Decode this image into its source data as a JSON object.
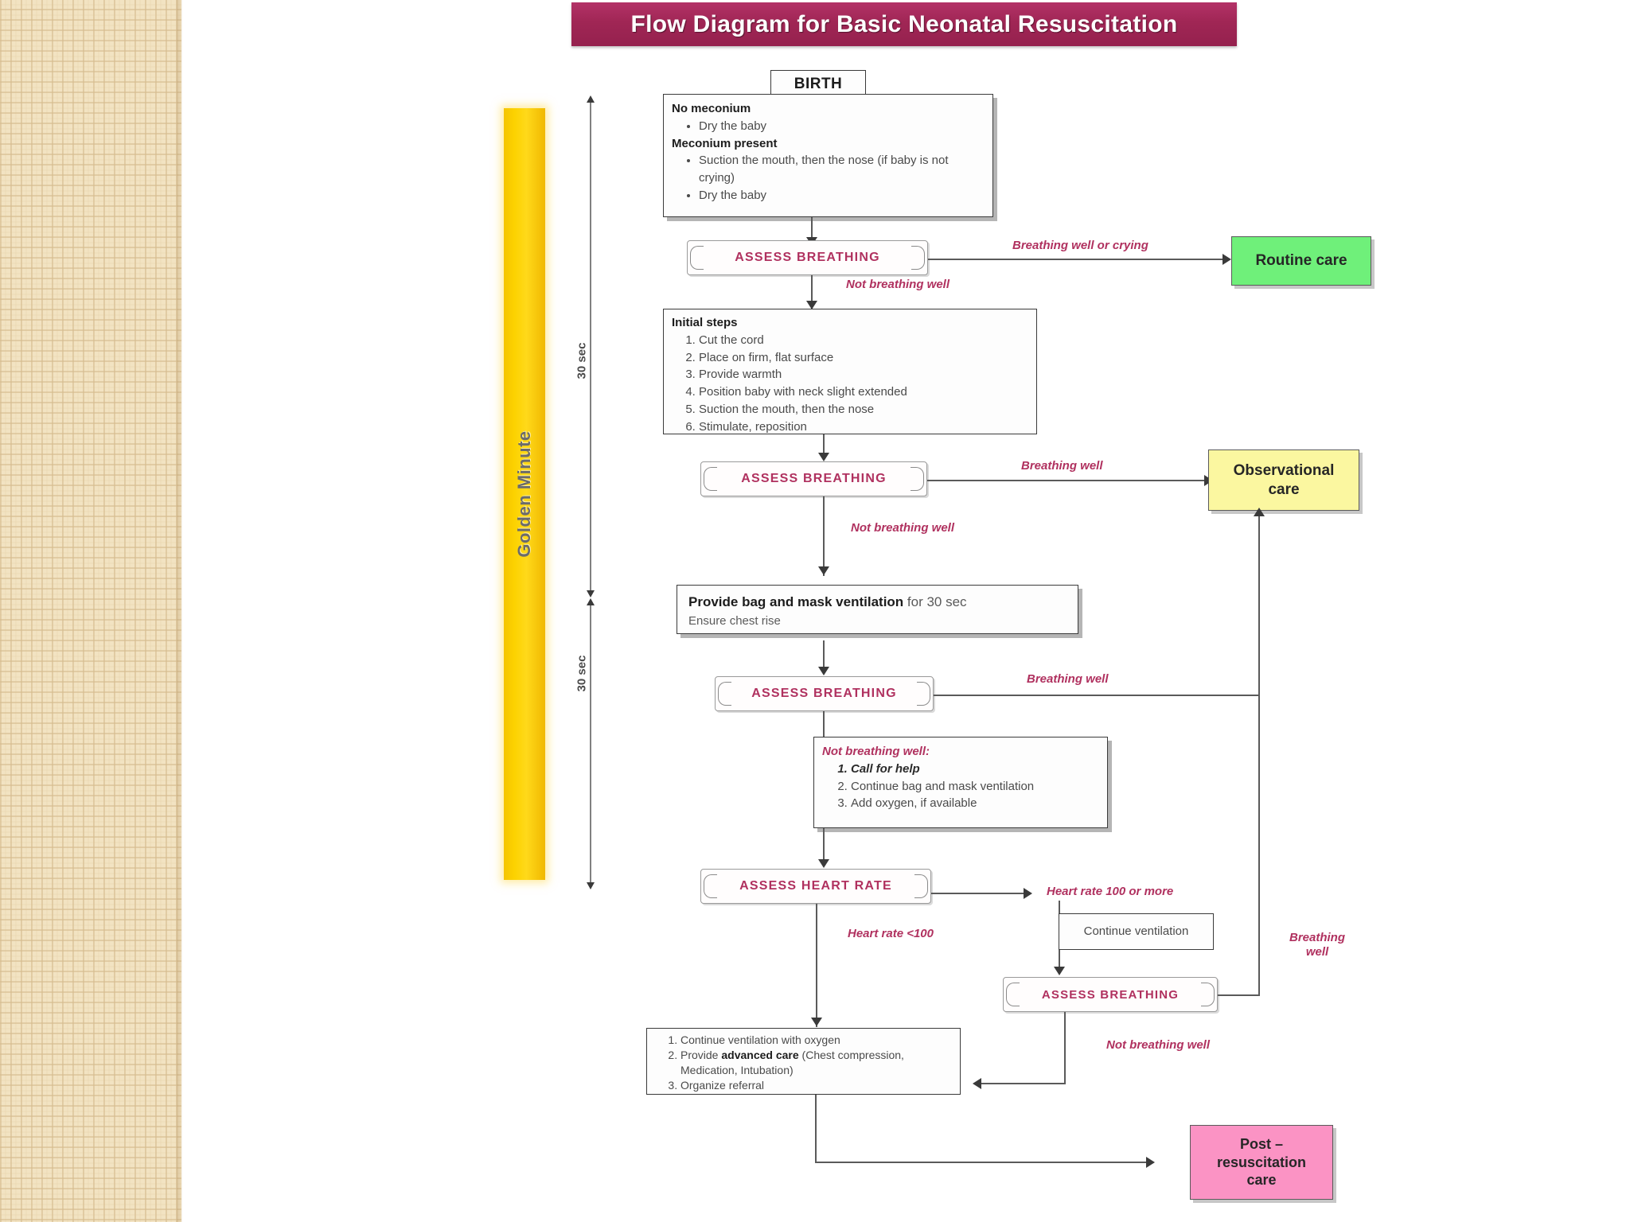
{
  "slide": {
    "title": "Flow Diagram for Basic Neonatal Resuscitation",
    "accent_color": "#a32858",
    "golden_minute_label": "Golden Minute",
    "golden_bar_color": "#fcd200"
  },
  "timing": {
    "upper_label": "30 sec",
    "lower_label": "30 sec"
  },
  "nodes": {
    "birth": {
      "label": "BIRTH"
    },
    "meconium": {
      "heading_no": "No meconium",
      "items_no": [
        "Dry the baby"
      ],
      "heading_yes": "Meconium present",
      "items_yes": [
        "Suction the mouth, then the nose (if baby is not crying)",
        "Dry the baby"
      ]
    },
    "assess_breathing_1": {
      "label": "ASSESS BREATHING"
    },
    "routine_care": {
      "label": "Routine care",
      "color": "#6ff07a"
    },
    "initial_steps": {
      "heading": "Initial steps",
      "items": [
        "Cut the cord",
        "Place on firm, flat surface",
        "Provide warmth",
        "Position baby with neck slight extended",
        "Suction the mouth, then the nose",
        "Stimulate, reposition"
      ]
    },
    "assess_breathing_2": {
      "label": "ASSESS BREATHING"
    },
    "observational_care": {
      "label": "Observational care",
      "line1": "Observational",
      "line2": "care",
      "color": "#fbf7a0"
    },
    "bag_mask": {
      "bold": "Provide bag and mask ventilation",
      "rest": " for 30 sec",
      "sub": "Ensure chest rise"
    },
    "assess_breathing_3": {
      "label": "ASSESS BREATHING"
    },
    "not_breathing_actions": {
      "heading": "Not breathing well:",
      "items": [
        "Call for help",
        "Continue bag and mask ventilation",
        "Add oxygen, if available"
      ]
    },
    "assess_heart_rate": {
      "label": "ASSESS HEART RATE"
    },
    "continue_ventilation": {
      "label": "Continue ventilation"
    },
    "assess_breathing_4": {
      "label": "ASSESS BREATHING"
    },
    "advanced_care": {
      "item1": "Continue ventilation with oxygen",
      "item2_pre": "Provide ",
      "item2_bold": "advanced care",
      "item2_post": " (Chest compression, Medication, Intubation)",
      "item3": "Organize referral"
    },
    "post_resuscitation_care": {
      "line1": "Post –",
      "line2": "resuscitation",
      "line3": "care",
      "color": "#fb93c4"
    }
  },
  "edges": {
    "breathing_well_or_crying": "Breathing well or crying",
    "not_breathing_well_1": "Not breathing well",
    "breathing_well_2": "Breathing well",
    "not_breathing_well_2": "Not breathing well",
    "breathing_well_3": "Breathing well",
    "heart_rate_100_or_more": "Heart rate 100 or more",
    "heart_rate_less_100": "Heart rate <100",
    "breathing_well_4_line1": "Breathing",
    "breathing_well_4_line2": "well",
    "not_breathing_well_4": "Not breathing well"
  }
}
